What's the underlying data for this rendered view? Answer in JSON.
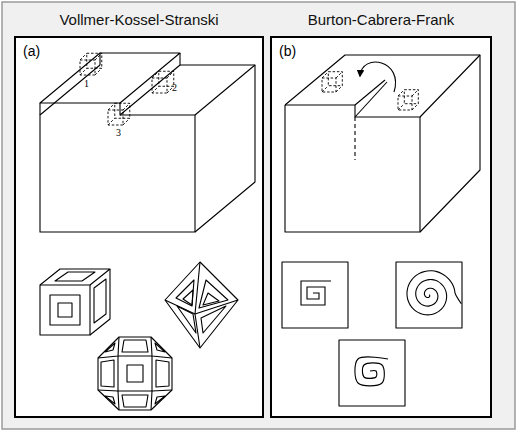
{
  "diagram": {
    "nodes": [
      {
        "text": [
          "Vollmer-Kossel-Stranski",
          "(a)"
        ]
      },
      {
        "text": [
          "Burton-Cabrera-Frank",
          "(b)"
        ]
      }
    ],
    "labels": [
      "1",
      "2",
      "3"
    ]
  }
}
